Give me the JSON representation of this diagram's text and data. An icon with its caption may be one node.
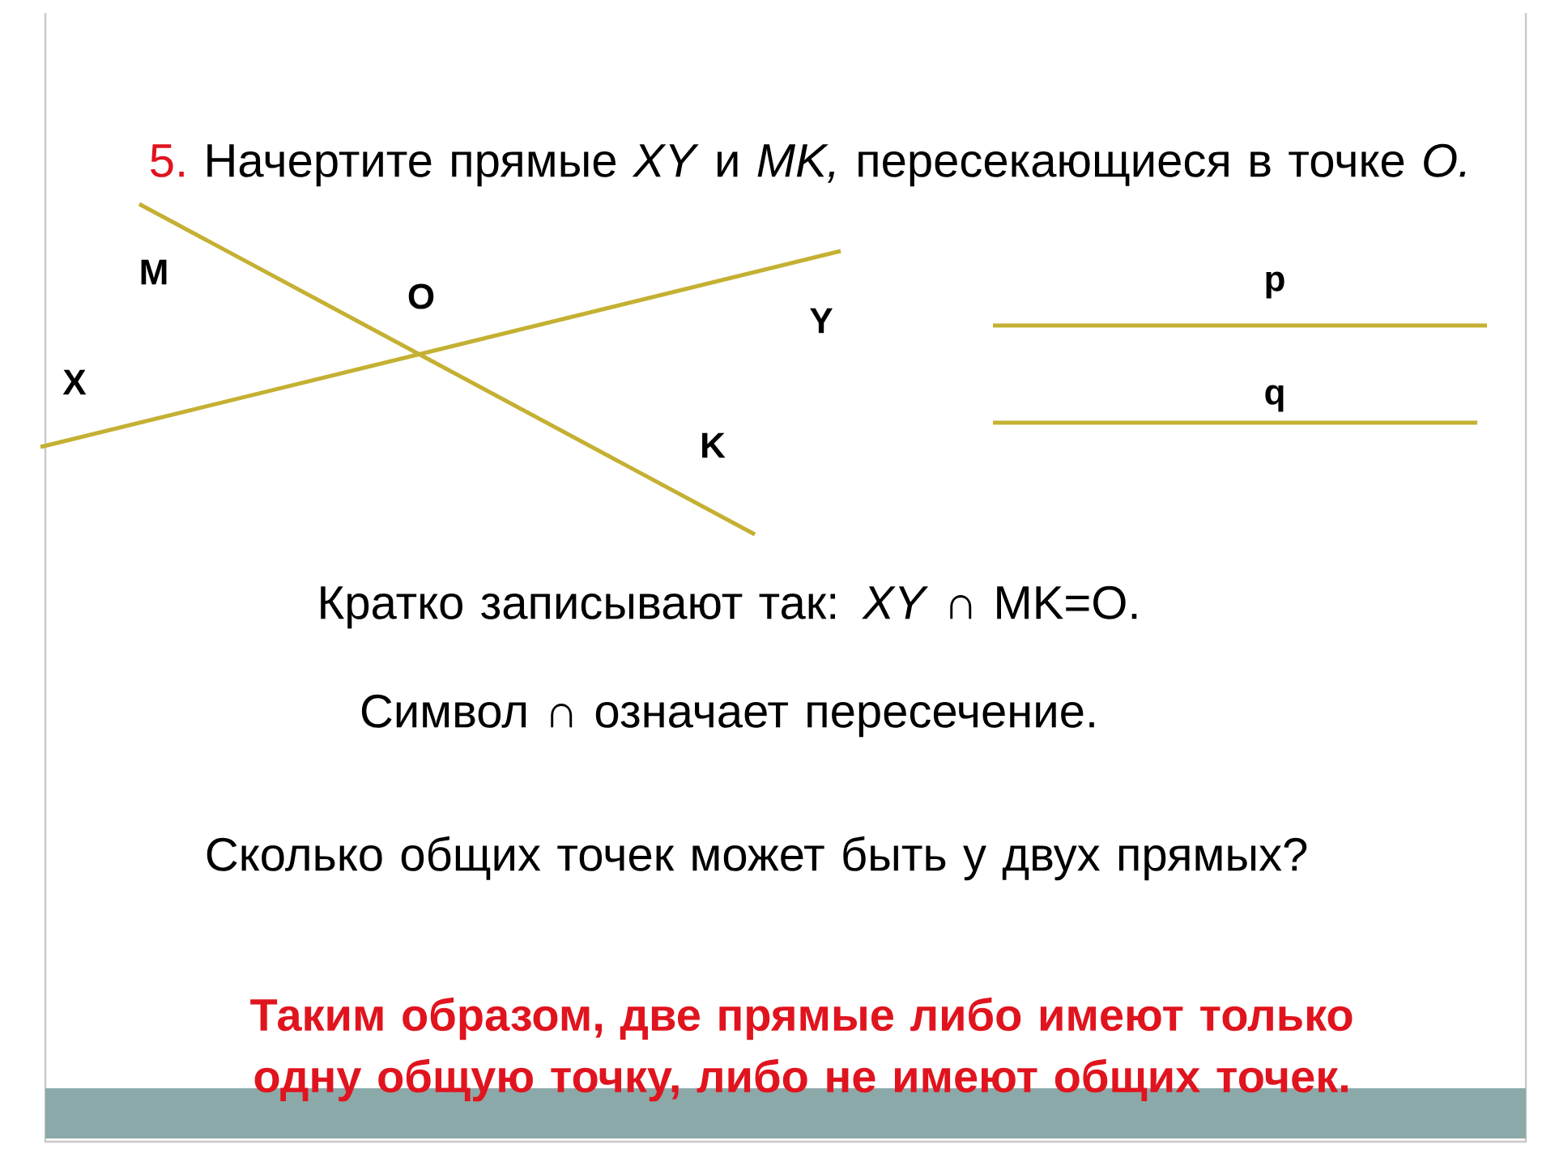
{
  "diagram": {
    "title": "Начертите прямые *XY* и *MK,* пересекающиеся в точке *O.*",
    "labels": [
      "5.",
      "M",
      "O",
      "Y",
      "p",
      "X",
      "q",
      "K",
      "Кратко записывают так: *XY* ∩ MK=O.",
      "Символ ∩ означает пересечение.",
      "Сколько общих точек может быть у двух прямых?",
      "Таким образом, две прямые либо имеют только одну общую точку, либо не имеют общих точек."
    ]
  }
}
